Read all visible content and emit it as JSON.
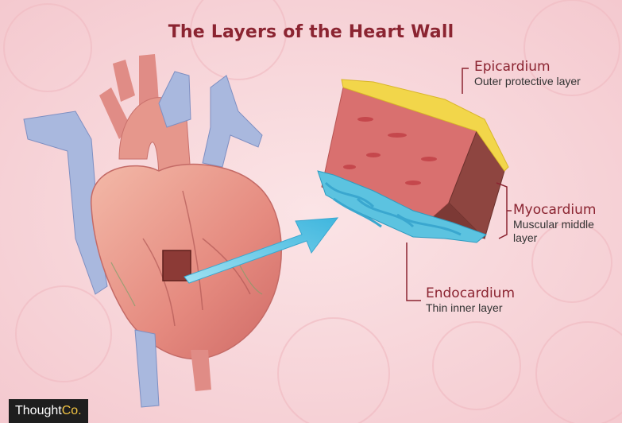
{
  "title": "The Layers of the Heart Wall",
  "labels": {
    "epicardium": {
      "name": "Epicardium",
      "desc": "Outer protective layer"
    },
    "myocardium": {
      "name": "Myocardium",
      "desc": "Muscular middle layer"
    },
    "endocardium": {
      "name": "Endocardium",
      "desc": "Thin inner layer"
    }
  },
  "logo": {
    "main": "Thought",
    "suffix": "Co."
  },
  "colors": {
    "title": "#8b2431",
    "background": "#f7d6da",
    "epicardium": "#f2d64a",
    "myocardium": "#d9706f",
    "endocardium": "#5cc3e0",
    "arrow": "#6ecde8",
    "vein": "#9fb0d8",
    "bracket": "#8b2431"
  }
}
